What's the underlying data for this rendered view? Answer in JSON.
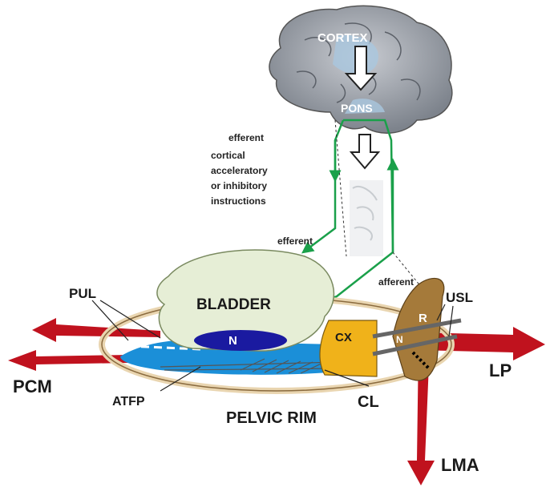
{
  "labels": {
    "cortex": "CORTEX",
    "pons": "PONS",
    "efferent_note": [
      "efferent",
      "cortical",
      "acceleratory",
      "or inhibitory",
      "instructions"
    ],
    "efferent": "efferent",
    "afferent": "afferent",
    "bladder": "BLADDER",
    "n_bladder": "N",
    "cx": "CX",
    "r": "R",
    "n_rectum": "N",
    "pul": "PUL",
    "usl": "USL",
    "pcm": "PCM",
    "atfp": "ATFP",
    "cl": "CL",
    "pelvic_rim": "PELVIC RIM",
    "lp": "LP",
    "lma": "LMA"
  },
  "colors": {
    "brain": "#9aa0a8",
    "nerve_green": "#1aa04a",
    "force_red": "#c0121e",
    "bladder": "#e6eed6",
    "pelvic_blue": "#1b8fd8",
    "n_blue": "#1a1aa0",
    "cx_yellow": "#f0b21a",
    "rectum_brown": "#a57a3a",
    "rim_tan": "#e9d5b0"
  }
}
